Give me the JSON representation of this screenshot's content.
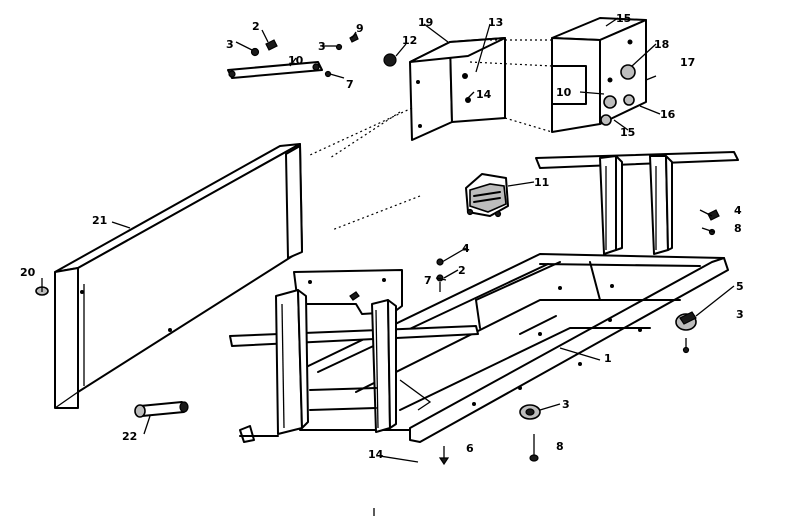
{
  "callouts": {
    "c2_top": "2",
    "c3_top": "3",
    "c3b": "3",
    "c7_top": "7",
    "c9_top": "9",
    "c10": "10",
    "c12": "12",
    "c13": "13",
    "c14_top": "14",
    "c15_a": "15",
    "c15_b": "15",
    "c16": "16",
    "c17": "17",
    "c18": "18",
    "c19": "19",
    "c20": "20",
    "c11": "11",
    "c21": "21",
    "c22": "22",
    "c4_r": "4",
    "c8_r": "8",
    "c4_m": "4",
    "c7_m": "7",
    "c2_m": "2",
    "c5": "5",
    "c3_r": "3",
    "c1": "1",
    "c3_b": "3",
    "c8_b": "8",
    "c6": "6",
    "c14_b": "14"
  }
}
